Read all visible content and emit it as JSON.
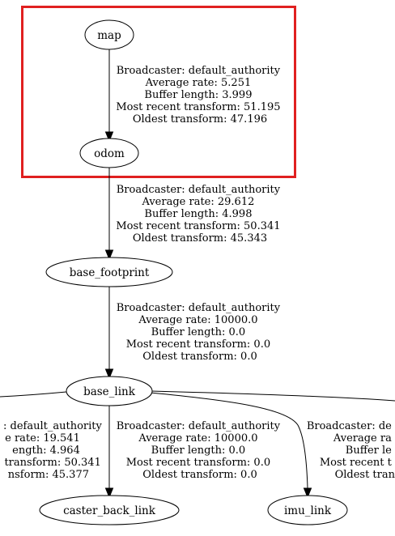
{
  "highlight_color": "#e02020",
  "nodes": {
    "map": "map",
    "odom": "odom",
    "base_footprint": "base_footprint",
    "base_link": "base_link",
    "caster_back_link": "caster_back_link",
    "imu_link": "imu_link"
  },
  "edges": {
    "map_odom": {
      "broadcaster": "Broadcaster: default_authority",
      "average_rate": "Average rate: 5.251",
      "buffer_length": "Buffer length: 3.999",
      "most_recent": "Most recent transform: 51.195",
      "oldest": "Oldest transform: 47.196"
    },
    "odom_base_footprint": {
      "broadcaster": "Broadcaster: default_authority",
      "average_rate": "Average rate: 29.612",
      "buffer_length": "Buffer length: 4.998",
      "most_recent": "Most recent transform: 50.341",
      "oldest": "Oldest transform: 45.343"
    },
    "base_footprint_base_link": {
      "broadcaster": "Broadcaster: default_authority",
      "average_rate": "Average rate: 10000.0",
      "buffer_length": "Buffer length: 0.0",
      "most_recent": "Most recent transform: 0.0",
      "oldest": "Oldest transform: 0.0"
    },
    "base_link_left": {
      "broadcaster": ": default_authority",
      "average_rate": "e rate: 19.541",
      "buffer_length": "ength: 4.964",
      "most_recent": "transform: 50.341",
      "oldest": "nsform: 45.377"
    },
    "base_link_caster_back_link": {
      "broadcaster": "Broadcaster: default_authority",
      "average_rate": "Average rate: 10000.0",
      "buffer_length": "Buffer length: 0.0",
      "most_recent": "Most recent transform: 0.0",
      "oldest": "Oldest transform: 0.0"
    },
    "base_link_imu_link": {
      "broadcaster": "Broadcaster: de",
      "average_rate": "Average ra",
      "buffer_length": "Buffer le",
      "most_recent": "Most recent t",
      "oldest": "Oldest tran"
    }
  }
}
